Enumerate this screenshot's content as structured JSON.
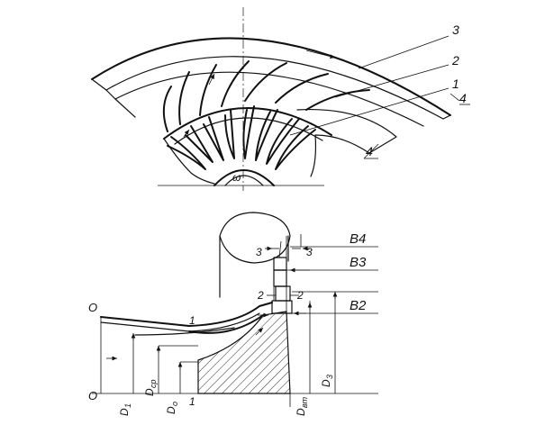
{
  "top_view": {
    "labels": [
      "3",
      "2",
      "1",
      "4",
      "4"
    ],
    "omega": "ω"
  },
  "section_view": {
    "stations": {
      "b4": "B4",
      "b3": "B3",
      "b2": "B2"
    },
    "section_marks": {
      "s3_left": "3",
      "s3_right": "3",
      "s2_left": "2",
      "s2_right": "2",
      "s1_top": "1",
      "s1_bottom": "1"
    },
    "axis_marks": {
      "o_top": "O",
      "o_bottom": "O"
    },
    "diameters": {
      "d1": "D",
      "d1_sub": "1",
      "dcp": "D",
      "dcp_sub": "ср",
      "d0": "D",
      "d0_sub": "о",
      "dvt": "D",
      "dvt_sub": "вт",
      "d3": "D",
      "d3_sub": "3"
    }
  }
}
